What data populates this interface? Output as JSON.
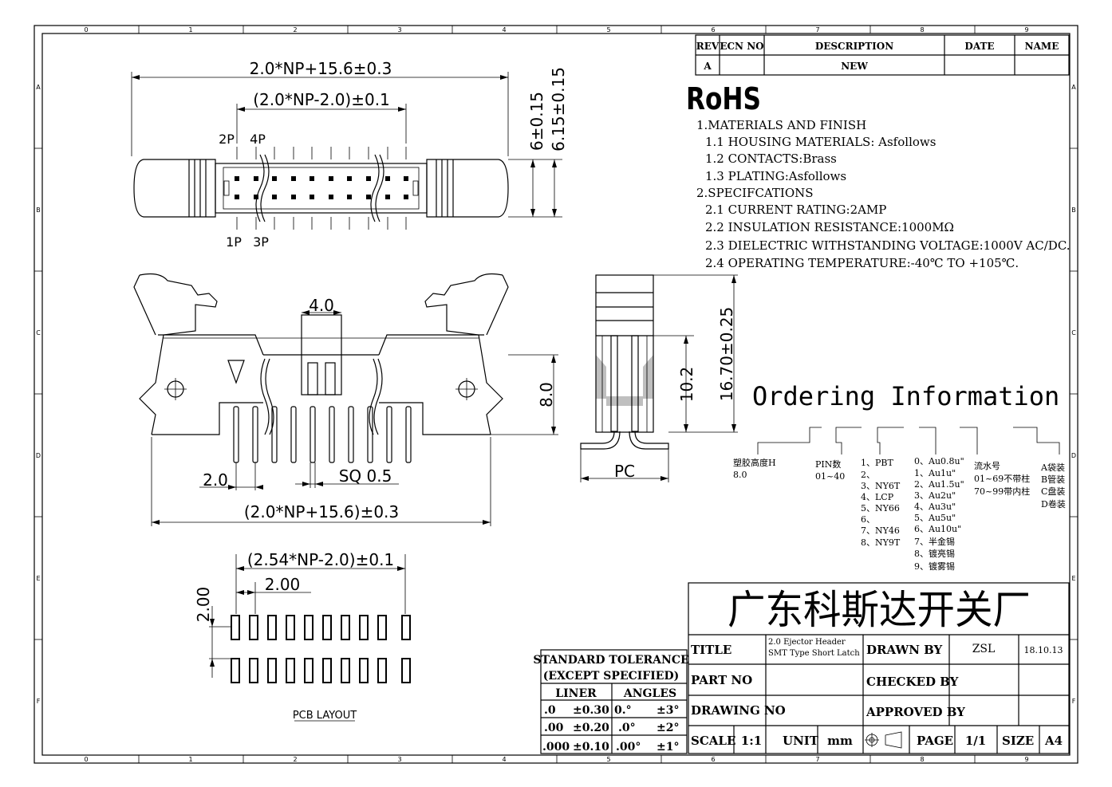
{
  "border": {
    "cols_top": [
      "0",
      "1",
      "2",
      "3",
      "4",
      "5",
      "6",
      "7",
      "8",
      "9"
    ],
    "rows_side": [
      "A",
      "B",
      "C",
      "D",
      "E",
      "F"
    ]
  },
  "revision_table": {
    "headers": [
      "REV",
      "ECN NO",
      "DESCRIPTION",
      "DATE",
      "NAME"
    ],
    "row": [
      "A",
      "",
      "NEW",
      "",
      ""
    ]
  },
  "rohs": {
    "title": "RoHS",
    "lines": [
      "1.MATERIALS AND FINISH",
      "1.1 HOUSING MATERIALS: Asfollows",
      "1.2 CONTACTS:Brass",
      "1.3 PLATING:Asfollows",
      "2.SPECIFCATIONS",
      "2.1 CURRENT RATING:2AMP",
      "2.2 INSULATION RESISTANCE:1000MΩ",
      "2.3 DIELECTRIC WITHSTANDING VOLTAGE:1000V AC/DC.",
      "2.4 OPERATING TEMPERATURE:-40℃ TO +105℃."
    ]
  },
  "top_view": {
    "dim_overall": "2.0*NP+15.6±0.3",
    "dim_pitch_span": "(2.0*NP-2.0)±0.1",
    "dim_height_inner": "6±0.15",
    "dim_height_outer": "6.15±0.15",
    "pin_2p": "2P",
    "pin_4p": "4P",
    "pin_1p": "1P",
    "pin_3p": "3P"
  },
  "front_view": {
    "dim_key": "4.0",
    "dim_pin_height": "8.0",
    "dim_pitch": "2.0",
    "dim_sq": "SQ 0.5",
    "dim_overall": "(2.0*NP+15.6)±0.3"
  },
  "side_view": {
    "dim_inner": "10.2",
    "dim_outer": "16.70±0.25",
    "label_pc": "PC"
  },
  "pcb_layout": {
    "dim_span": "(2.54*NP-2.0)±0.1",
    "dim_pitch_x": "2.00",
    "dim_pitch_y": "2.00",
    "caption": "PCB LAYOUT",
    "pads_per_row": 10
  },
  "ordering": {
    "title": "Ordering Information",
    "groups": [
      {
        "lines": [
          "塑胶高度H",
          "8.0"
        ]
      },
      {
        "lines": [
          "PIN数",
          "01~40"
        ]
      },
      {
        "lines": [
          "1、PBT",
          "2、",
          "3、NY6T",
          "4、LCP",
          "5、NY66",
          "6、",
          "7、NY46",
          "8、NY9T"
        ]
      },
      {
        "lines": [
          "0、Au0.8u\"",
          "1、Au1u\"",
          "2、Au1.5u\"",
          "3、Au2u\"",
          "4、Au3u\"",
          "5、Au5u\"",
          "6、Au10u\"",
          "7、半金锡",
          "8、镀亮锡",
          "9、镀雾锡"
        ]
      },
      {
        "lines": [
          "流水号",
          "01~69不带柱",
          "70~99带内柱"
        ]
      },
      {
        "lines": [
          "A袋装",
          "B管装",
          "C盘装",
          "D卷装"
        ]
      }
    ]
  },
  "tolerance": {
    "title1": "STANDARD TOLERANCE",
    "title2": "(EXCEPT  SPECIFIED)",
    "col_liner": "LINER",
    "col_angles": "ANGLES",
    "rows": [
      {
        "l1": ".0",
        "l2": "±0.30",
        "a1": "0.°",
        "a2": "±3°"
      },
      {
        "l1": ".00",
        "l2": "±0.20",
        "a1": ".0°",
        "a2": "±2°"
      },
      {
        "l1": ".000",
        "l2": "±0.10",
        "a1": ".00°",
        "a2": "±1°"
      }
    ]
  },
  "title_block": {
    "company": "广东科斯达开关厂",
    "title_label": "TITLE",
    "title_value_1": "2.0 Ejector Header",
    "title_value_2": "SMT Type Short Latch",
    "drawn_by_label": "DRAWN BY",
    "drawn_by": "ZSL",
    "date": "18.10.13",
    "part_no_label": "PART NO",
    "checked_by_label": "CHECKED BY",
    "drawing_no_label": "DRAWING NO",
    "approved_by_label": "APPROVED BY",
    "scale_label": "SCALE",
    "scale": "1:1",
    "unit_label": "UNIT",
    "unit": "mm",
    "page_label": "PAGE",
    "page": "1/1",
    "size_label": "SIZE",
    "size": "A4"
  }
}
